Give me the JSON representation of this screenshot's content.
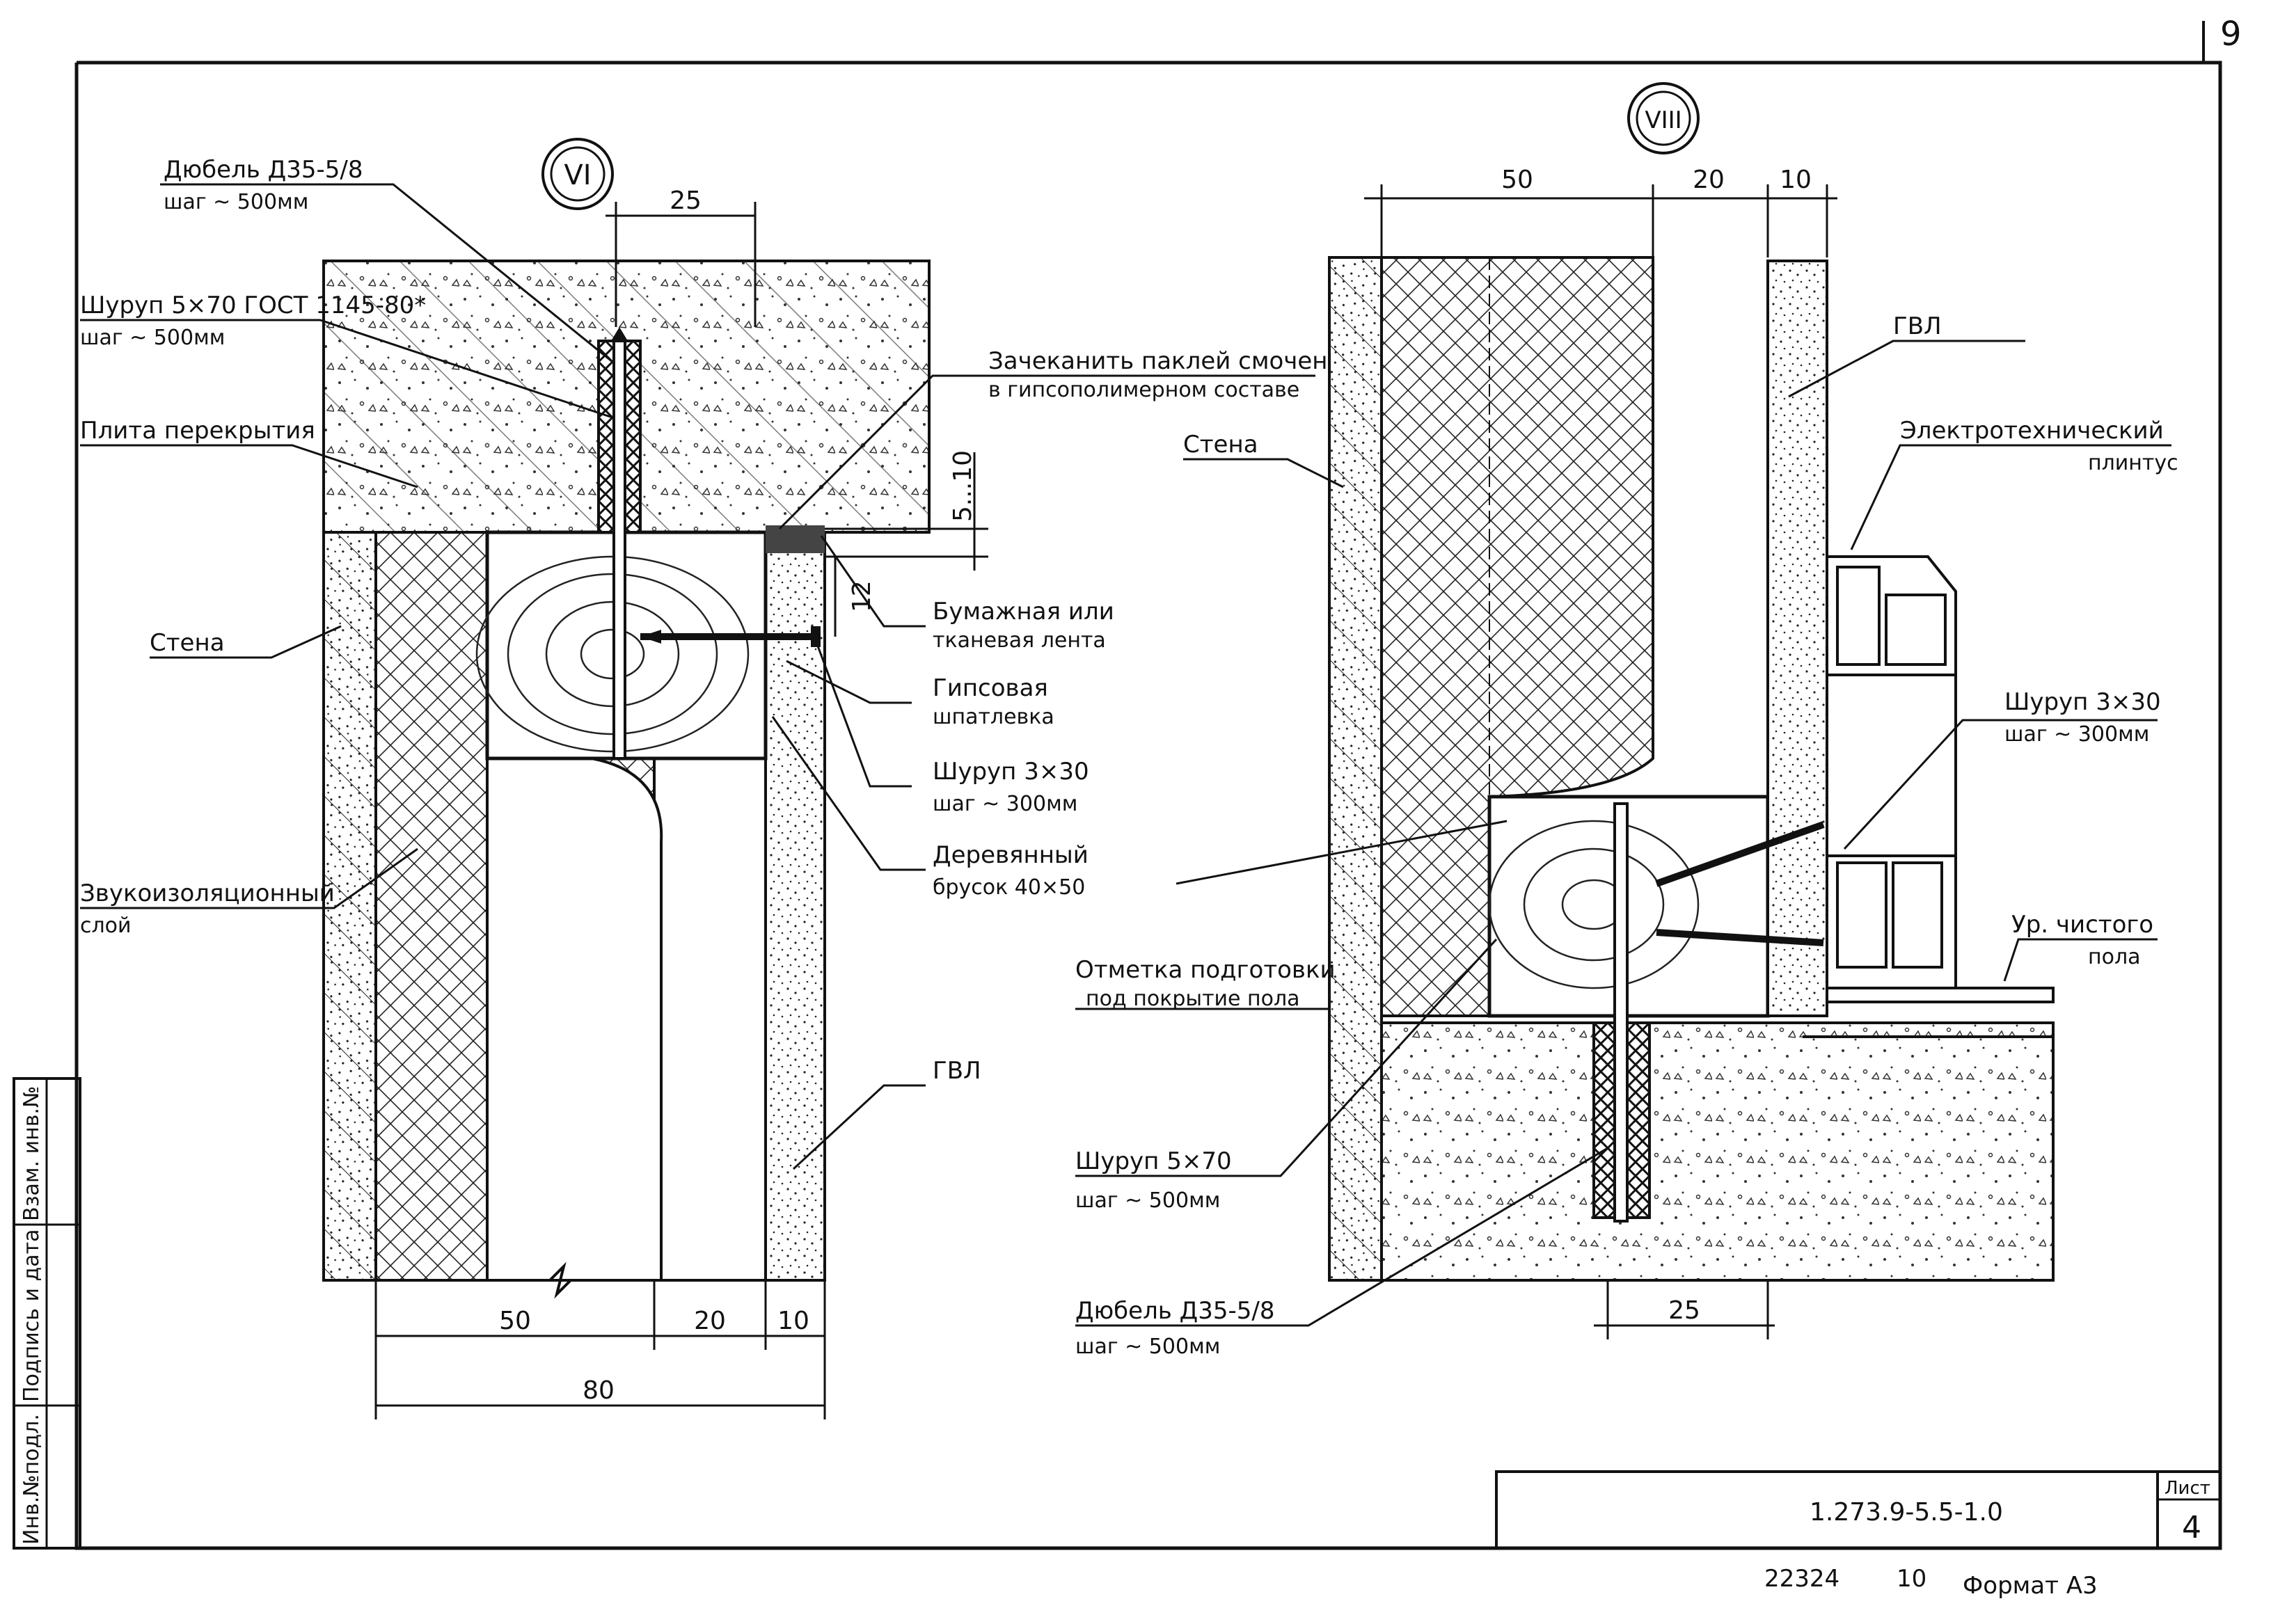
{
  "sheet": {
    "page_corner_number": "9",
    "doc_code": "1.273.9-5.5-1.0",
    "sheet_label": "Лист",
    "sheet_number": "4",
    "bottom_number": "22324",
    "bottom_code": "10",
    "format_label": "Формат А3",
    "side_stamp": [
      "Инв.№подл.",
      "Подпись и дата",
      "Взам. инв.№"
    ]
  },
  "detail_vi": {
    "marker": "VI",
    "labels": {
      "dowel": "Дюбель Д35-5/8",
      "dowel_step": "шаг ~ 500мм",
      "screw": "Шуруп 5×70 ГОСТ 1145-80*",
      "screw_step": "шаг ~ 500мм",
      "slab": "Плита перекрытия",
      "caulk_1": "Зачеканить паклей смоченной",
      "caulk_2": "в гипсополимерном составе",
      "wall": "Стена",
      "tape_1": "Бумажная или",
      "tape_2": "тканевая лента",
      "putty_1": "Гипсовая",
      "putty_2": "шпатлевка",
      "screw2": "Шуруп 3×30",
      "screw2_step": "шаг ~ 300мм",
      "bar_1": "Деревянный",
      "bar_2": "брусок 40×50",
      "sound_1": "Звукоизоляционный",
      "sound_2": "слой",
      "gvl": "ГВЛ"
    },
    "dims": {
      "top": "25",
      "gap": "5...10",
      "offset": "12",
      "w1": "50",
      "w2": "20",
      "w3": "10",
      "total": "80"
    }
  },
  "detail_viii": {
    "marker": "VIII",
    "labels": {
      "gvl": "ГВЛ",
      "wall": "Стена",
      "baseboard_1": "Электротехнический",
      "baseboard_2": "плинтус",
      "screw": "Шуруп 3×30",
      "screw_step": "шаг ~ 300мм",
      "floor_1": "Ур. чистого",
      "floor_2": "пола",
      "prep_1": "Отметка подготовки",
      "prep_2": "под покрытие пола",
      "screw2": "Шуруп 5×70",
      "screw2_step": "шаг ~ 500мм",
      "dowel": "Дюбель Д35-5/8",
      "dowel_step": "шаг ~ 500мм"
    },
    "dims": {
      "w1": "50",
      "w2": "20",
      "w3": "10",
      "bottom": "25"
    }
  }
}
